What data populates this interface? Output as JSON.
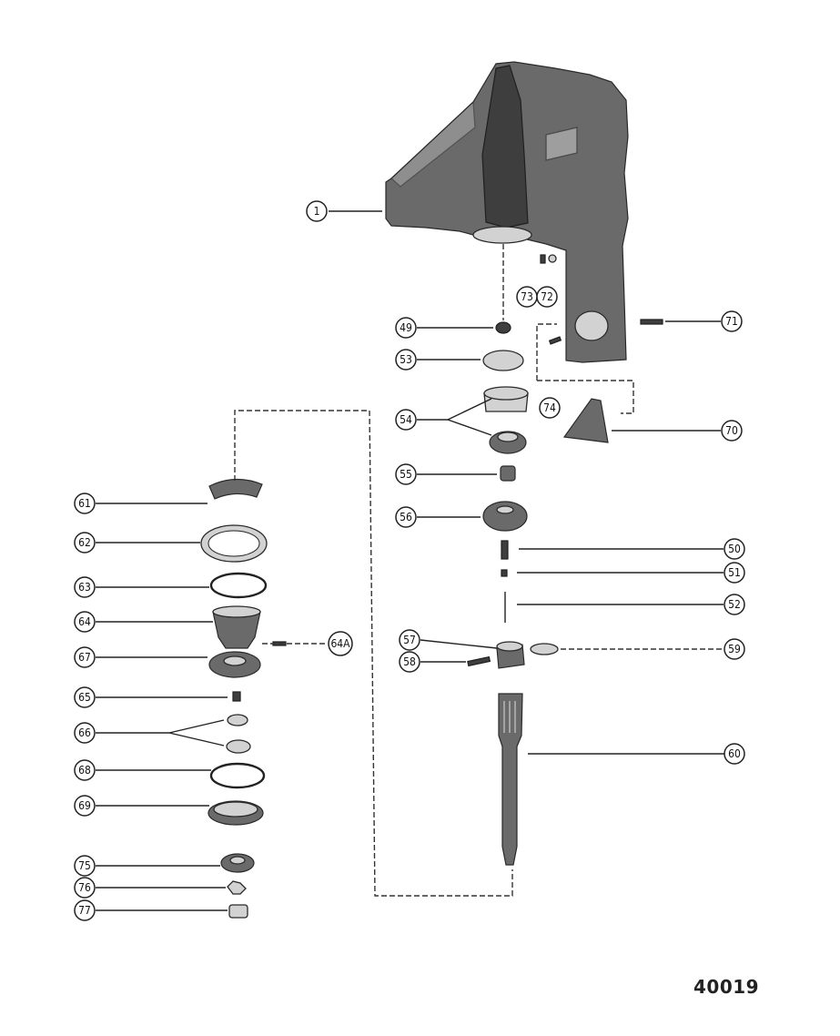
{
  "figure_number": "40019",
  "callouts": [
    {
      "label": "1"
    },
    {
      "label": "73"
    },
    {
      "label": "72"
    },
    {
      "label": "49"
    },
    {
      "label": "71"
    },
    {
      "label": "53"
    },
    {
      "label": "74"
    },
    {
      "label": "54"
    },
    {
      "label": "70"
    },
    {
      "label": "55"
    },
    {
      "label": "61"
    },
    {
      "label": "56"
    },
    {
      "label": "62"
    },
    {
      "label": "50"
    },
    {
      "label": "63"
    },
    {
      "label": "51"
    },
    {
      "label": "52"
    },
    {
      "label": "64"
    },
    {
      "label": "64A"
    },
    {
      "label": "57"
    },
    {
      "label": "59"
    },
    {
      "label": "67"
    },
    {
      "label": "58"
    },
    {
      "label": "65"
    },
    {
      "label": "60"
    },
    {
      "label": "66"
    },
    {
      "label": "68"
    },
    {
      "label": "69"
    },
    {
      "label": "75"
    },
    {
      "label": "76"
    },
    {
      "label": "77"
    }
  ]
}
